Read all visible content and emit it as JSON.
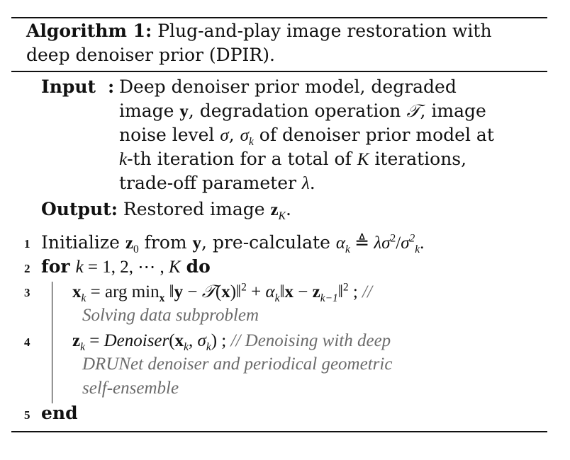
{
  "algorithm": {
    "label": "Algorithm 1:",
    "title_line1": "Plug-and-play image restoration with",
    "title_line2": "deep denoiser prior (DPIR)."
  },
  "input": {
    "label": "Input",
    "sep": ":",
    "line1": "Deep denoiser prior model, degraded",
    "line2_a": "image ",
    "line2_b": ", degradation operation ",
    "line2_c": ", image",
    "line3_a": "noise level ",
    "line3_b": ", ",
    "line3_c": " of denoiser prior model at",
    "line4_a": "-th iteration for a total of ",
    "line4_b": " iterations,",
    "line5_a": "trade-off parameter ",
    "line5_b": "."
  },
  "output": {
    "label": "Output:",
    "text_a": "Restored image ",
    "text_b": "."
  },
  "steps": {
    "n1": "1",
    "n2": "2",
    "n3": "3",
    "n4": "4",
    "n5": "5",
    "init_a": "Initialize ",
    "init_b": " from ",
    "init_c": ", pre-calculate ",
    "for_kw": "for",
    "do_kw": "do",
    "end_kw": "end",
    "comment1_a": "// ",
    "comment1_b": "Solving data subproblem",
    "denoiser": "Denoiser",
    "comment2_a": "// Denoising with deep",
    "comment2_b": "DRUNet denoiser and periodical geometric",
    "comment2_c": "self-ensemble"
  }
}
